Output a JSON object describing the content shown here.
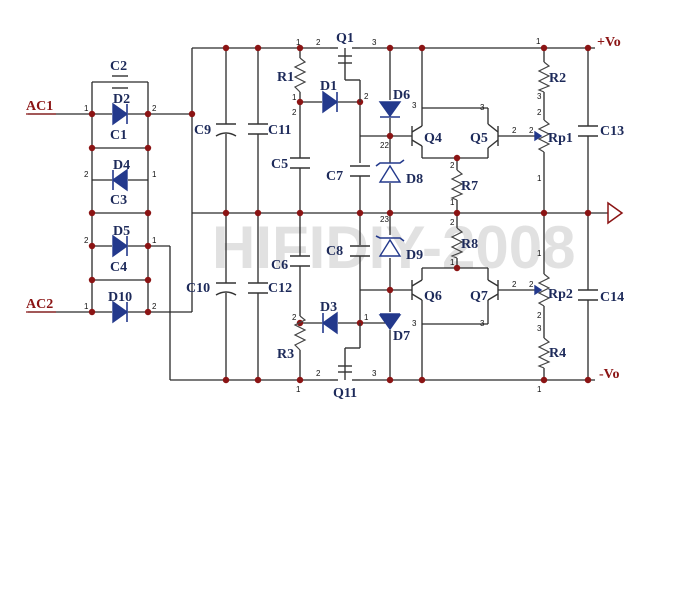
{
  "inputs": {
    "ac1": "AC1",
    "ac2": "AC2"
  },
  "outputs": {
    "pos": "+Vo",
    "neg": "-Vo"
  },
  "watermark": "HIFIDIY-2008",
  "labels": {
    "C1": "C1",
    "C2": "C2",
    "C3": "C3",
    "C4": "C4",
    "C5": "C5",
    "C6": "C6",
    "C7": "C7",
    "C8": "C8",
    "C9": "C9",
    "C10": "C10",
    "C11": "C11",
    "C12": "C12",
    "C13": "C13",
    "C14": "C14",
    "D1": "D1",
    "D2": "D2",
    "D3": "D3",
    "D4": "D4",
    "D5": "D5",
    "D6": "D6",
    "D7": "D7",
    "D8": "D8",
    "D9": "D9",
    "D10": "D10",
    "Q1": "Q1",
    "Q4": "Q4",
    "Q5": "Q5",
    "Q6": "Q6",
    "Q7": "Q7",
    "Q11": "Q11",
    "R1": "R1",
    "R2": "R2",
    "R3": "R3",
    "R4": "R4",
    "R7": "R7",
    "R8": "R8",
    "Rp1": "Rp1",
    "Rp2": "Rp2"
  },
  "pins": {
    "p1": "1",
    "p2": "2",
    "p3": "3",
    "p22": "22",
    "p23": "23"
  },
  "colors": {
    "diode": "#23398c",
    "node": "#8b1414",
    "ac_label": "#8b1414",
    "rail_label": "#8b1414",
    "component_label": "#1d2a5a",
    "ground": "#8b1414"
  }
}
